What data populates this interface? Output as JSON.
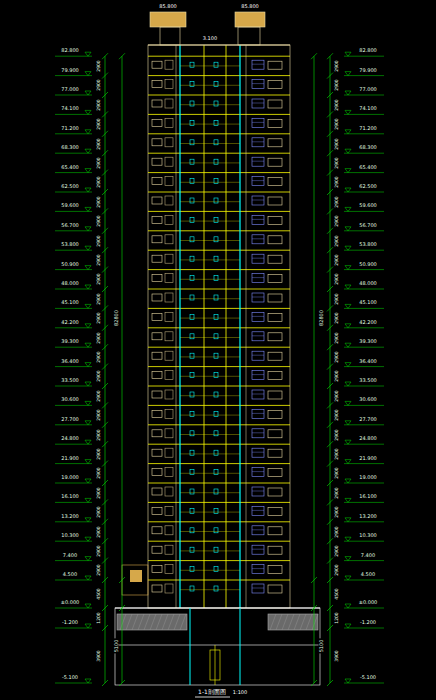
{
  "diagram": {
    "labels": [
      "82.800",
      "79.900",
      "77.000",
      "74.100",
      "71.200",
      "68.300",
      "65.400",
      "62.500",
      "59.600",
      "56.700",
      "53.800",
      "50.900",
      "48.000",
      "45.100",
      "42.200",
      "39.300",
      "36.400",
      "33.500",
      "30.600",
      "27.700",
      "24.800",
      "21.900",
      "19.000",
      "16.100",
      "13.200",
      "10.300",
      "7.400",
      "4.500",
      "±0.000",
      "-1.200",
      "-5.100",
      "82.800",
      "79.900",
      "77.000",
      "74.100",
      "71.200",
      "68.300",
      "65.400",
      "62.500",
      "59.600",
      "56.700",
      "53.800",
      "50.900",
      "48.000",
      "45.100",
      "42.200",
      "39.300",
      "36.400",
      "33.500",
      "30.600",
      "27.700",
      "24.800",
      "21.900",
      "19.000",
      "16.100",
      "13.200",
      "10.300",
      "7.400",
      "4.500",
      "±0.000",
      "-1.200",
      "-5.100",
      "2900",
      "2900",
      "2900",
      "2900",
      "2900",
      "2900",
      "2900",
      "2900",
      "2900",
      "2900",
      "2900",
      "2900",
      "2900",
      "2900",
      "2900",
      "2900",
      "2900",
      "2900",
      "2900",
      "2900",
      "2900",
      "2900",
      "2900",
      "2900",
      "2900",
      "2900",
      "2900",
      "4500",
      "1200",
      "3900",
      "2900",
      "2900",
      "2900",
      "2900",
      "2900",
      "2900",
      "2900",
      "2900",
      "2900",
      "2900",
      "2900",
      "2900",
      "2900",
      "2900",
      "2900",
      "2900",
      "2900",
      "2900",
      "2900",
      "2900",
      "2900",
      "2900",
      "2900",
      "2900",
      "2900",
      "2900",
      "2900",
      "4500",
      "1200",
      "3900",
      "82800",
      "82800",
      "5100",
      "5100",
      "85.800",
      "85.800",
      "3.100",
      "1-1剖面图",
      "1:100"
    ]
  }
}
